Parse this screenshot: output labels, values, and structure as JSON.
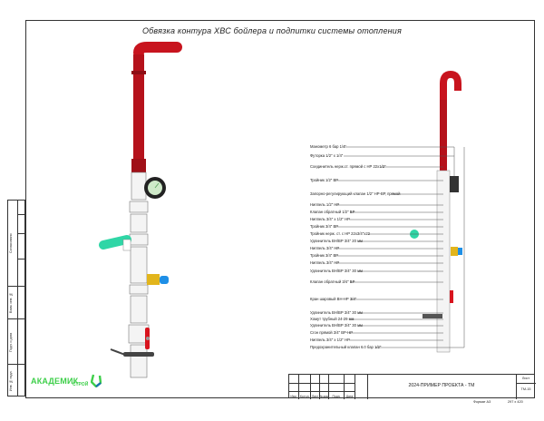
{
  "title": "Обвязка контура ХВС бойлера и подпитки системы отопления",
  "callouts": [
    "Манометр 6 бар 1/4\"",
    "Футорка 1/2\" x 1/4\"",
    "Соединитель нерж.ст. прямой с НР 22х1/2\"",
    "Тройник 1/2\" ВР",
    "Запорно-регулирующий клапан 1/2\" НР-ВР, прямой",
    "Ниппель 1/2\" НР",
    "Клапан обратный 1/2\" ВР",
    "Ниппель 3/4\" x 1/2\" НР",
    "Тройник 3/4\" ВР",
    "Тройник нерж. ст. с НР 22х3/4\"х22",
    "Удлинитель ВН/ВР 3/4\" 20 мм",
    "Ниппель 3/4\" НР",
    "Тройник 3/4\" ВР",
    "Ниппель 3/4\" НР",
    "Удлинитель ВН/ВР 3/4\" 30 мм",
    "Клапан обратный 3/4\" ВР",
    "Кран шаровый ВН-НР 3/4\"",
    "Удлинитель ВН/ВР 3/4\" 30 мм",
    "Хомут трубный 24-29 мм",
    "Удлинитель ВН/ВР 3/4\" 30 мм",
    "Сгон прямой 3/4\" ВР-НР",
    "Ниппель 3/4\" x 1/2\" НР",
    "Предохранительный клапан 6.0 бар 1/2\""
  ],
  "stamp": {
    "agreed": "Согласовано",
    "replaced": "Взам. инв. №",
    "sign_date": "Подп. и дата",
    "inv": "Инв. № подл."
  },
  "logo": {
    "line1": "АКАДЕМИК",
    "line2": "СТРОЙ"
  },
  "title_block": {
    "columns": [
      "Изм.",
      "Кол.уч",
      "Лист",
      "№док",
      "Подп.",
      "Дата"
    ],
    "project": "2024-ПРИМЕР ПРОЕКТА - ТМ",
    "sheet_label": "Лист",
    "sheet": "ТМ-15",
    "format": "Формат А3",
    "size": "297 x 420"
  },
  "colors": {
    "pipe_red": "#c8141e",
    "valve_green": "#2fd6a6",
    "valve_yellow": "#e2b51c",
    "cap_blue": "#1e8fe6",
    "logo": "#3ecf4a"
  }
}
